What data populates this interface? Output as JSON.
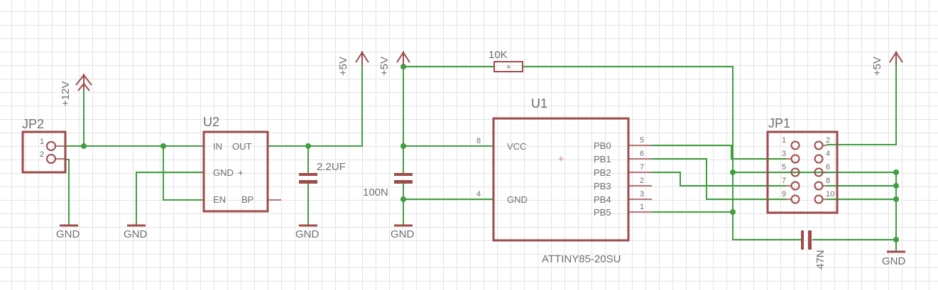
{
  "colors": {
    "wire": "#3f9f3f",
    "symbol": "#9e4b4b",
    "text": "#6e6e6e",
    "grid": "#e3e3e3"
  },
  "jp2": {
    "name": "JP2",
    "pins": [
      "1",
      "2"
    ]
  },
  "u2": {
    "name": "U2",
    "pins": {
      "in": "IN",
      "out": "OUT",
      "gnd": "GND",
      "plus": "+",
      "en": "EN",
      "bp": "BP"
    }
  },
  "u1": {
    "name": "U1",
    "part": "ATTINY85-20SU",
    "vcc": "VCC",
    "gnd": "GND",
    "vcc_num": "8",
    "gnd_num": "4",
    "pins": [
      {
        "name": "PB0",
        "num": "5"
      },
      {
        "name": "PB1",
        "num": "6"
      },
      {
        "name": "PB2",
        "num": "7"
      },
      {
        "name": "PB3",
        "num": "2"
      },
      {
        "name": "PB4",
        "num": "3"
      },
      {
        "name": "PB5",
        "num": "1"
      }
    ]
  },
  "jp1": {
    "name": "JP1",
    "left_pins": [
      "1",
      "3",
      "5",
      "7",
      "9"
    ],
    "right_pins": [
      "2",
      "4",
      "6",
      "8",
      "10"
    ]
  },
  "components": {
    "c_2u2": "2.2UF",
    "c_100n": "100N",
    "c_47n": "47N",
    "r_10k": "10K",
    "r_plus": "+"
  },
  "supplies": {
    "p12": "+12V",
    "p5a": "+5V",
    "p5b": "+5V",
    "p5c": "+5V"
  },
  "grounds": {
    "g1": "GND",
    "g2": "GND",
    "g3": "GND",
    "g4": "GND",
    "g5": "GND"
  }
}
